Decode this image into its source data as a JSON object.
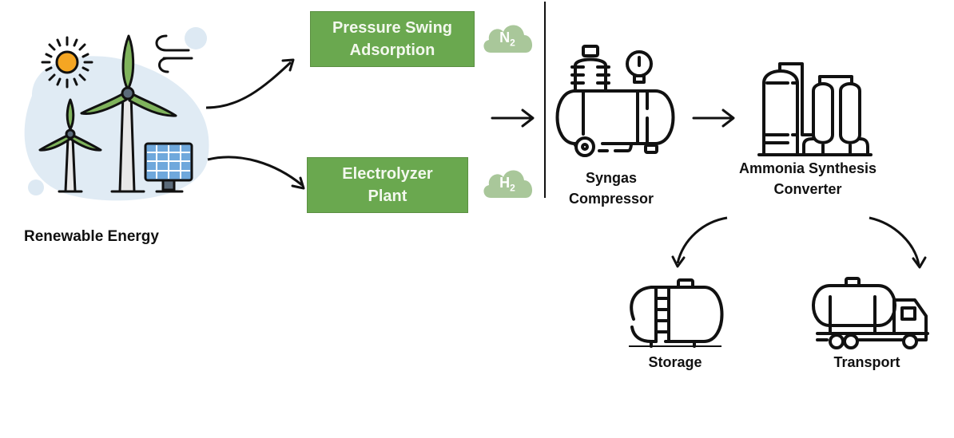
{
  "diagram": {
    "title": "Green Ammonia Production Process",
    "colors": {
      "process_box": "#6aa84f",
      "cloud": "#a9c79a",
      "line": "#111111",
      "turbine_blade": "#7fb35c",
      "sun": "#f5a623",
      "solar_panel": "#6fa8dc",
      "bg_blob": "#dde9f3"
    },
    "nodes": {
      "renewable": {
        "label": "Renewable Energy",
        "icon": "wind-solar-icon"
      },
      "psa": {
        "label_line1": "Pressure Swing",
        "label_line2": "Adsorption"
      },
      "electrolyzer": {
        "label_line1": "Electrolyzer",
        "label_line2": "Plant"
      },
      "n2": {
        "symbol": "N",
        "subscript": "2",
        "icon": "cloud-icon"
      },
      "h2": {
        "symbol": "H",
        "subscript": "2",
        "icon": "cloud-icon"
      },
      "compressor": {
        "label_line1": "Syngas",
        "label_line2": "Compressor",
        "icon": "compressor-icon"
      },
      "converter": {
        "label_line1": "Ammonia Synthesis",
        "label_line2": "Converter",
        "icon": "reactor-icon"
      },
      "storage": {
        "label": "Storage",
        "icon": "storage-tank-icon"
      },
      "transport": {
        "label": "Transport",
        "icon": "tanker-truck-icon"
      }
    },
    "edges": [
      {
        "from": "renewable",
        "to": "psa"
      },
      {
        "from": "renewable",
        "to": "electrolyzer"
      },
      {
        "from": "gases",
        "to": "compressor"
      },
      {
        "from": "compressor",
        "to": "converter"
      },
      {
        "from": "converter",
        "to": "storage"
      },
      {
        "from": "converter",
        "to": "transport"
      }
    ]
  }
}
